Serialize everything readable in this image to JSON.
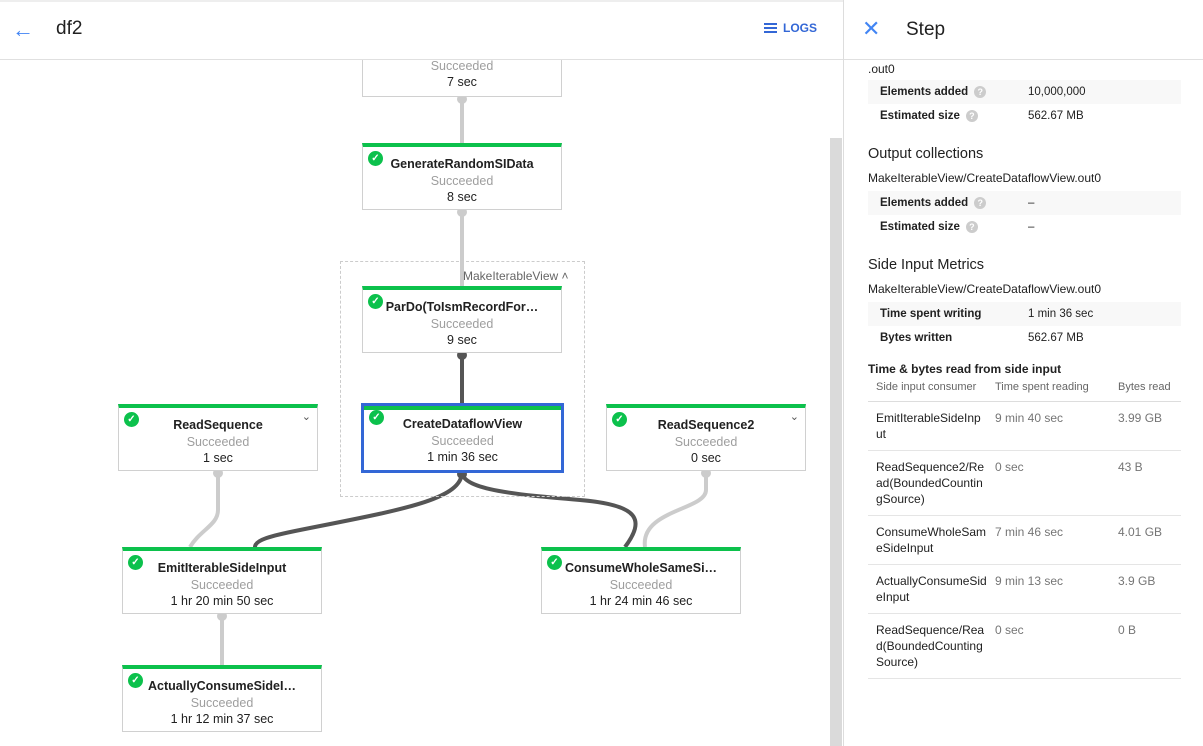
{
  "header": {
    "title": "df2",
    "logs_label": "LOGS"
  },
  "graph": {
    "group_label": "MakeIterableView",
    "nodes": [
      {
        "name": "",
        "status": "Succeeded",
        "duration": "7 sec"
      },
      {
        "name": "GenerateRandomSIData",
        "status": "Succeeded",
        "duration": "8 sec"
      },
      {
        "name": "ParDo(ToIsmRecordFor…",
        "status": "Succeeded",
        "duration": "9 sec"
      },
      {
        "name": "CreateDataflowView",
        "status": "Succeeded",
        "duration": "1 min 36 sec"
      },
      {
        "name": "ReadSequence",
        "status": "Succeeded",
        "duration": "1 sec"
      },
      {
        "name": "ReadSequence2",
        "status": "Succeeded",
        "duration": "0 sec"
      },
      {
        "name": "EmitIterableSideInput",
        "status": "Succeeded",
        "duration": "1 hr 20 min 50 sec"
      },
      {
        "name": "ConsumeWholeSameSi…",
        "status": "Succeeded",
        "duration": "1 hr 24 min 46 sec"
      },
      {
        "name": "ActuallyConsumeSideI…",
        "status": "Succeeded",
        "duration": "1 hr 12 min 37 sec"
      }
    ],
    "colors": {
      "success": "#0cc14c",
      "selected": "#3367d6",
      "edge_active": "#555555",
      "edge_idle": "#cccccc"
    }
  },
  "panel": {
    "title": "Step",
    "input_tail": ".out0",
    "input_metrics": [
      {
        "label": "Elements added",
        "value": "10,000,000"
      },
      {
        "label": "Estimated size",
        "value": "562.67 MB"
      }
    ],
    "output_heading": "Output collections",
    "output_name": "MakeIterableView/CreateDataflowView.out0",
    "output_metrics": [
      {
        "label": "Elements added",
        "value": "–"
      },
      {
        "label": "Estimated size",
        "value": "–"
      }
    ],
    "side_heading": "Side Input Metrics",
    "side_name": "MakeIterableView/CreateDataflowView.out0",
    "side_metrics": [
      {
        "label": "Time spent writing",
        "value": "1 min 36 sec"
      },
      {
        "label": "Bytes written",
        "value": "562.67 MB"
      }
    ],
    "read_title": "Time & bytes read from side input",
    "columns": [
      "Side input consumer",
      "Time spent reading",
      "Bytes read"
    ],
    "rows": [
      [
        "EmitIterableSideInput",
        "9 min 40 sec",
        "3.99 GB"
      ],
      [
        "ReadSequence2/Read(BoundedCountingSource)",
        "0 sec",
        "43 B"
      ],
      [
        "ConsumeWholeSameSideInput",
        "7 min 46 sec",
        "4.01 GB"
      ],
      [
        "ActuallyConsumeSideInput",
        "9 min 13 sec",
        "3.9 GB"
      ],
      [
        "ReadSequence/Read(BoundedCountingSource)",
        "0 sec",
        "0 B"
      ]
    ]
  }
}
